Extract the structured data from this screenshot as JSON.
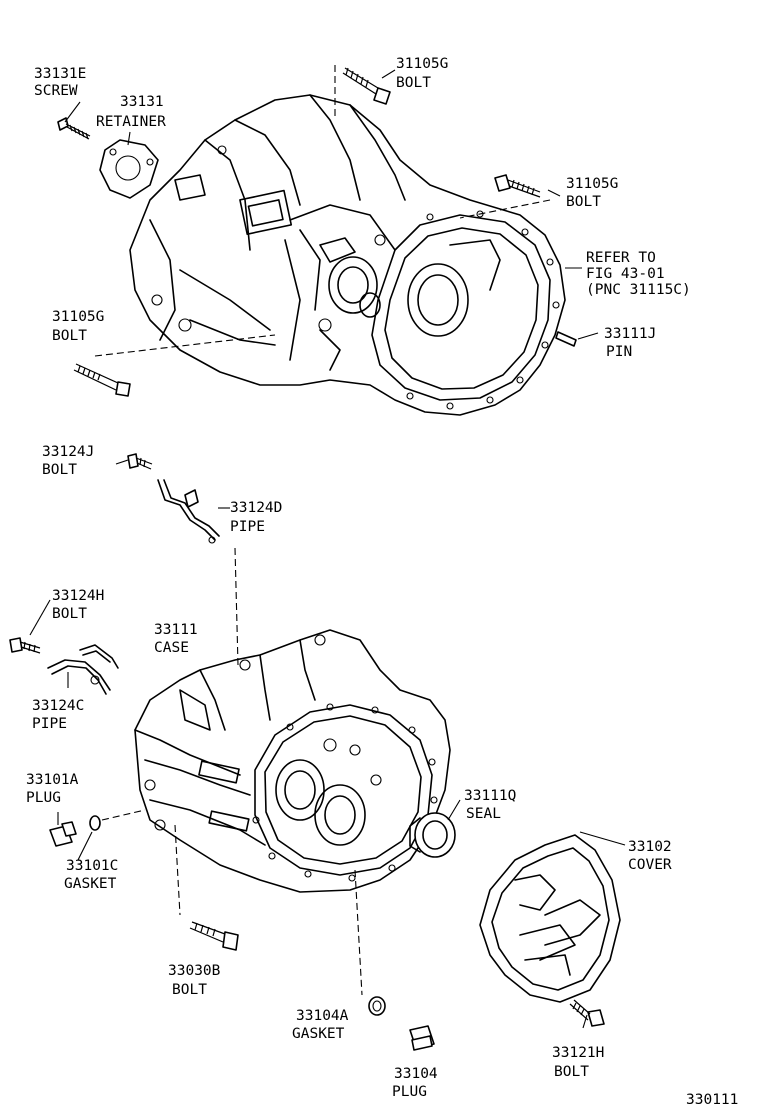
{
  "figure_number": "330111",
  "callouts": [
    {
      "id": "c-33131e",
      "part_no": "33131E",
      "name": "SCREW"
    },
    {
      "id": "c-33131",
      "part_no": "33131",
      "name": "RETAINER"
    },
    {
      "id": "c-31105g-top",
      "part_no": "31105G",
      "name": "BOLT"
    },
    {
      "id": "c-31105g-right",
      "part_no": "31105G",
      "name": "BOLT"
    },
    {
      "id": "c-refer",
      "lines": [
        "REFER TO",
        "FIG 43-01",
        "(PNC 31115C)"
      ]
    },
    {
      "id": "c-31105g-left",
      "part_no": "31105G",
      "name": "BOLT"
    },
    {
      "id": "c-33111j",
      "part_no": "33111J",
      "name": "PIN"
    },
    {
      "id": "c-33124j",
      "part_no": "33124J",
      "name": "BOLT"
    },
    {
      "id": "c-33124d",
      "part_no": "33124D",
      "name": "PIPE"
    },
    {
      "id": "c-33124h",
      "part_no": "33124H",
      "name": "BOLT"
    },
    {
      "id": "c-33111",
      "part_no": "33111",
      "name": "CASE"
    },
    {
      "id": "c-33124c",
      "part_no": "33124C",
      "name": "PIPE"
    },
    {
      "id": "c-33101a",
      "part_no": "33101A",
      "name": "PLUG"
    },
    {
      "id": "c-33111q",
      "part_no": "33111Q",
      "name": "SEAL"
    },
    {
      "id": "c-33102",
      "part_no": "33102",
      "name": "COVER"
    },
    {
      "id": "c-33101c",
      "part_no": "33101C",
      "name": "GASKET"
    },
    {
      "id": "c-33030b",
      "part_no": "33030B",
      "name": "BOLT"
    },
    {
      "id": "c-33104a",
      "part_no": "33104A",
      "name": "GASKET"
    },
    {
      "id": "c-33121h",
      "part_no": "33121H",
      "name": "BOLT"
    },
    {
      "id": "c-33104",
      "part_no": "33104",
      "name": "PLUG"
    }
  ]
}
